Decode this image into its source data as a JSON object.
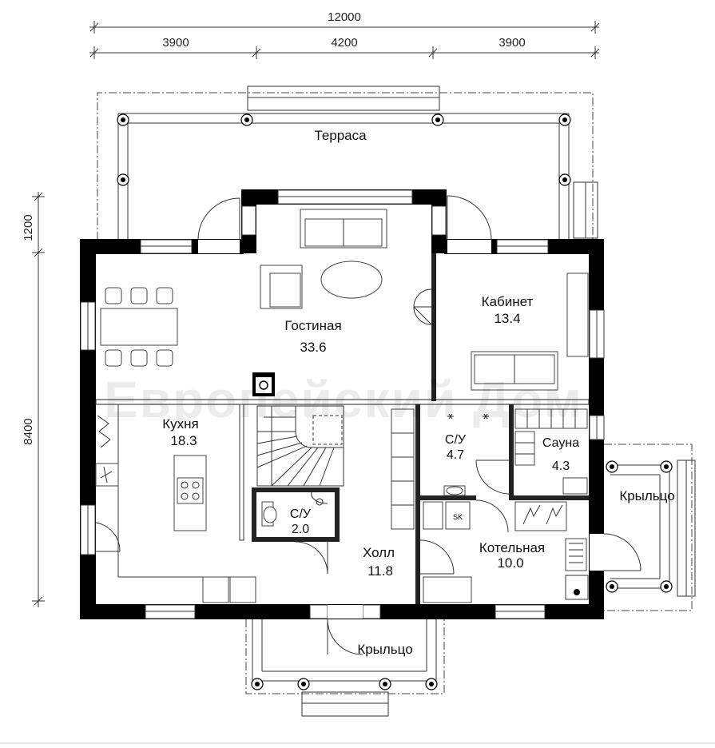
{
  "dimensions": {
    "overall_width": "12000",
    "segment_left": "3900",
    "segment_middle": "4200",
    "segment_right": "3900",
    "vertical_top": "1200",
    "vertical_main": "8400"
  },
  "rooms": {
    "terrace": {
      "name": "Терраса"
    },
    "living": {
      "name": "Гостиная",
      "area": "33.6"
    },
    "office": {
      "name": "Кабинет",
      "area": "13.4"
    },
    "kitchen": {
      "name": "Кухня",
      "area": "18.3"
    },
    "bath_main": {
      "name": "С/У",
      "area": "4.7"
    },
    "sauna": {
      "name": "Сауна",
      "area": "4.3"
    },
    "bath_small": {
      "name": "С/У",
      "area": "2.0"
    },
    "hall": {
      "name": "Холл",
      "area": "11.8"
    },
    "boiler": {
      "name": "Котельная",
      "area": "10.0"
    },
    "porch_right": {
      "name": "Крыльцо"
    },
    "porch_front": {
      "name": "Крыльцо"
    }
  },
  "appliance": {
    "label": "SK"
  },
  "watermark": {
    "text": "Европейский Дом"
  },
  "colors": {
    "wall": "#000000",
    "line": "#333333",
    "background": "#ffffff"
  }
}
